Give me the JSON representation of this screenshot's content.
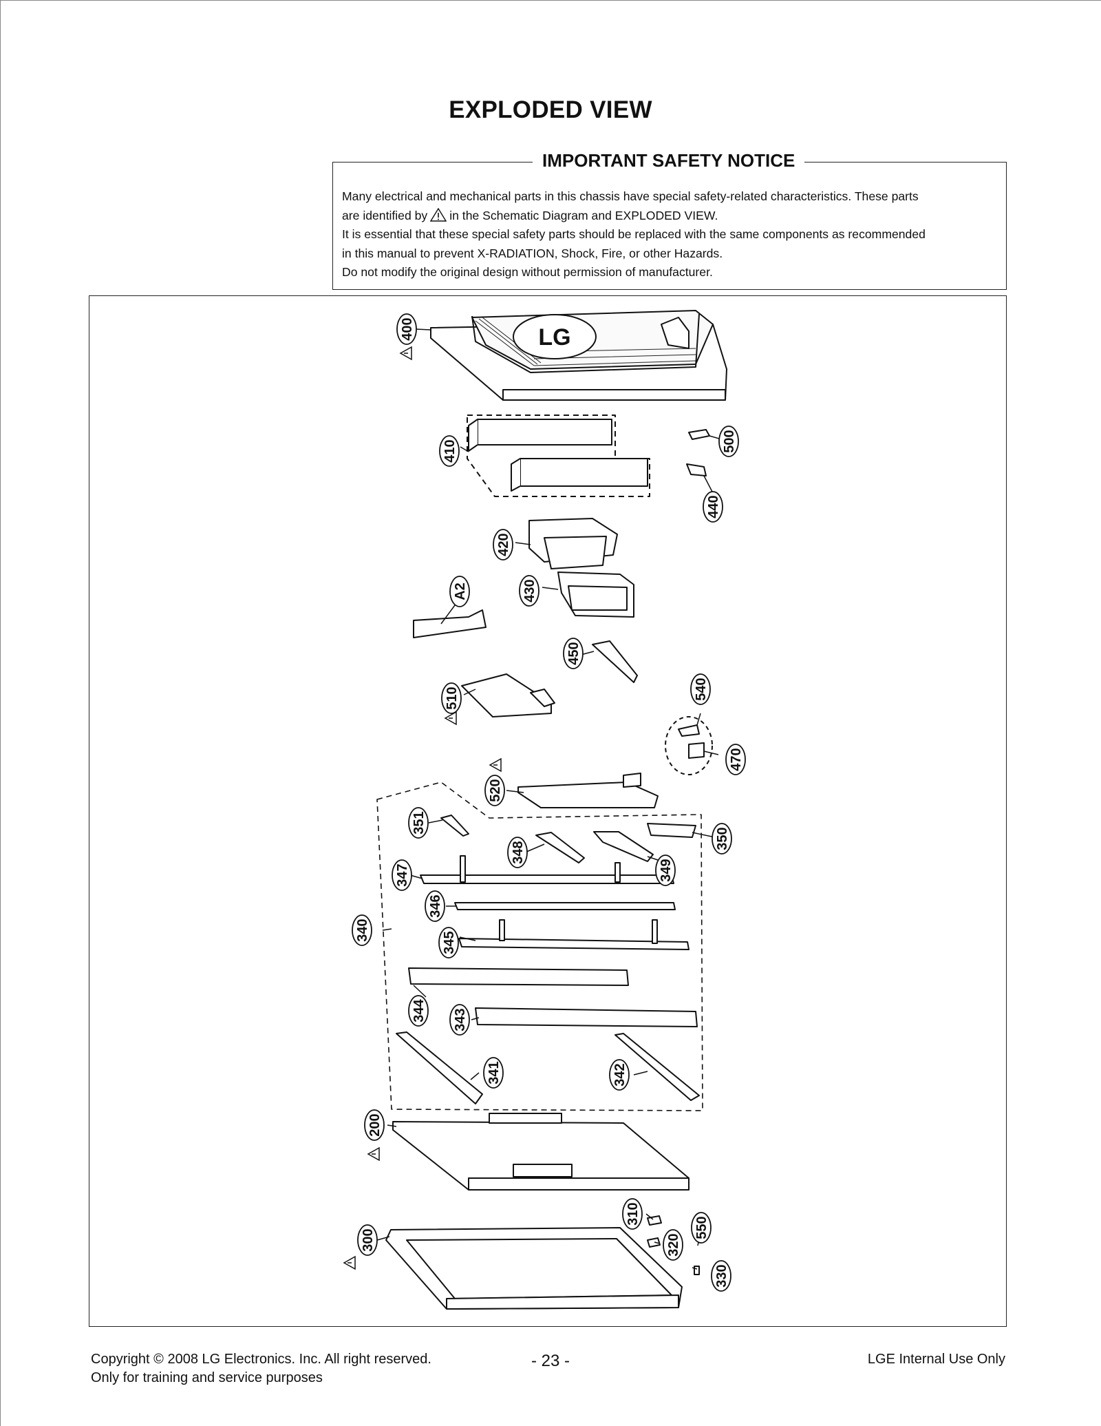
{
  "title": "EXPLODED VIEW",
  "notice": {
    "heading": "IMPORTANT SAFETY NOTICE",
    "line1": "Many electrical and mechanical parts in this chassis have special safety-related characteristics. These parts",
    "line2_before": "are identified by",
    "line2_after": "in the Schematic Diagram and EXPLODED VIEW.",
    "line3": "It is essential that these special safety parts should be replaced with the same components as recommended",
    "line4": "in this manual to prevent X-RADIATION, Shock, Fire, or other Hazards.",
    "line5": "Do not modify the original design without permission of manufacturer."
  },
  "diagram": {
    "logo_text": "LG",
    "part_labels": [
      "400",
      "410",
      "500",
      "440",
      "420",
      "430",
      "A2",
      "450",
      "510",
      "540",
      "470",
      "520",
      "351",
      "350",
      "348",
      "349",
      "347",
      "346",
      "340",
      "345",
      "344",
      "343",
      "341",
      "342",
      "200",
      "310",
      "550",
      "320",
      "300",
      "330"
    ],
    "safety_marked_parts": [
      "400",
      "510",
      "520",
      "200",
      "300"
    ]
  },
  "footer": {
    "copyright": "Copyright  © 2008 LG Electronics. Inc. All right reserved.",
    "subline": "Only for training and service purposes",
    "page_number": "- 23 -",
    "internal": "LGE Internal Use Only"
  }
}
